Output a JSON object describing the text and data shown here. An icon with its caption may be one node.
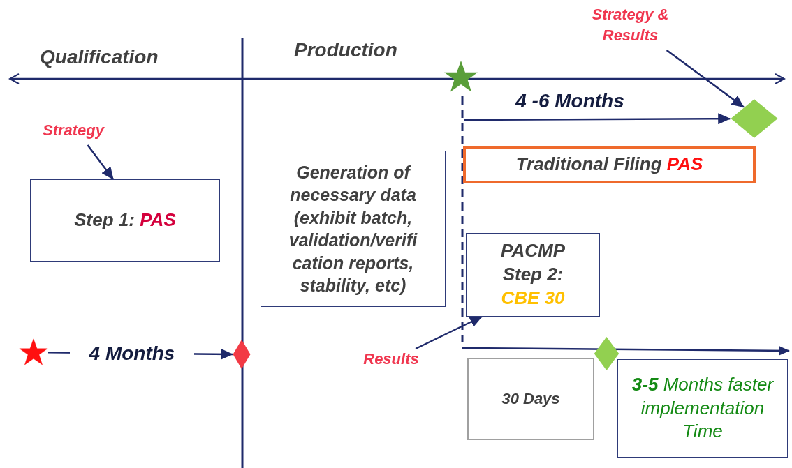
{
  "diagram": {
    "nodes": [
      {
        "text": [
          "Strategy"
        ]
      },
      {
        "text": [
          "Step 1: PAS"
        ]
      },
      {
        "text": [
          "Generation of necessary data (exhibit batch, validation/verifi cation reports, stability, etc)"
        ]
      },
      {
        "text": [],
        "shape": "star"
      },
      {
        "text": [],
        "shape": "diamond"
      },
      {
        "text": [],
        "shape": "star"
      },
      {
        "text": [],
        "shape": "diamond"
      },
      {
        "text": [
          "Strategy & Results"
        ]
      },
      {
        "text": [
          "Traditional Filing PAS"
        ]
      },
      {
        "text": [
          "PACMP Step 2:",
          "CBE 30"
        ]
      },
      {
        "text": [
          "Results"
        ]
      },
      {
        "text": [],
        "shape": "diamond"
      },
      {
        "text": [
          "30 Days"
        ]
      },
      {
        "text": [
          "**3-5** Months faster implementation Time"
        ]
      }
    ],
    "edges": [
      {
        "from": 0,
        "to": 1,
        "arrow": "to"
      },
      {
        "from": 3,
        "to": 4,
        "arrow": "to",
        "label": "4 Months"
      },
      {
        "from": null,
        "to": 6,
        "arrow": "to",
        "label": "4 -6 Months"
      },
      {
        "from": 7,
        "to": 6,
        "arrow": "to"
      },
      {
        "from": 10,
        "to": 9,
        "arrow": "to"
      }
    ],
    "labels": [
      "Qualification",
      "Production"
    ]
  }
}
